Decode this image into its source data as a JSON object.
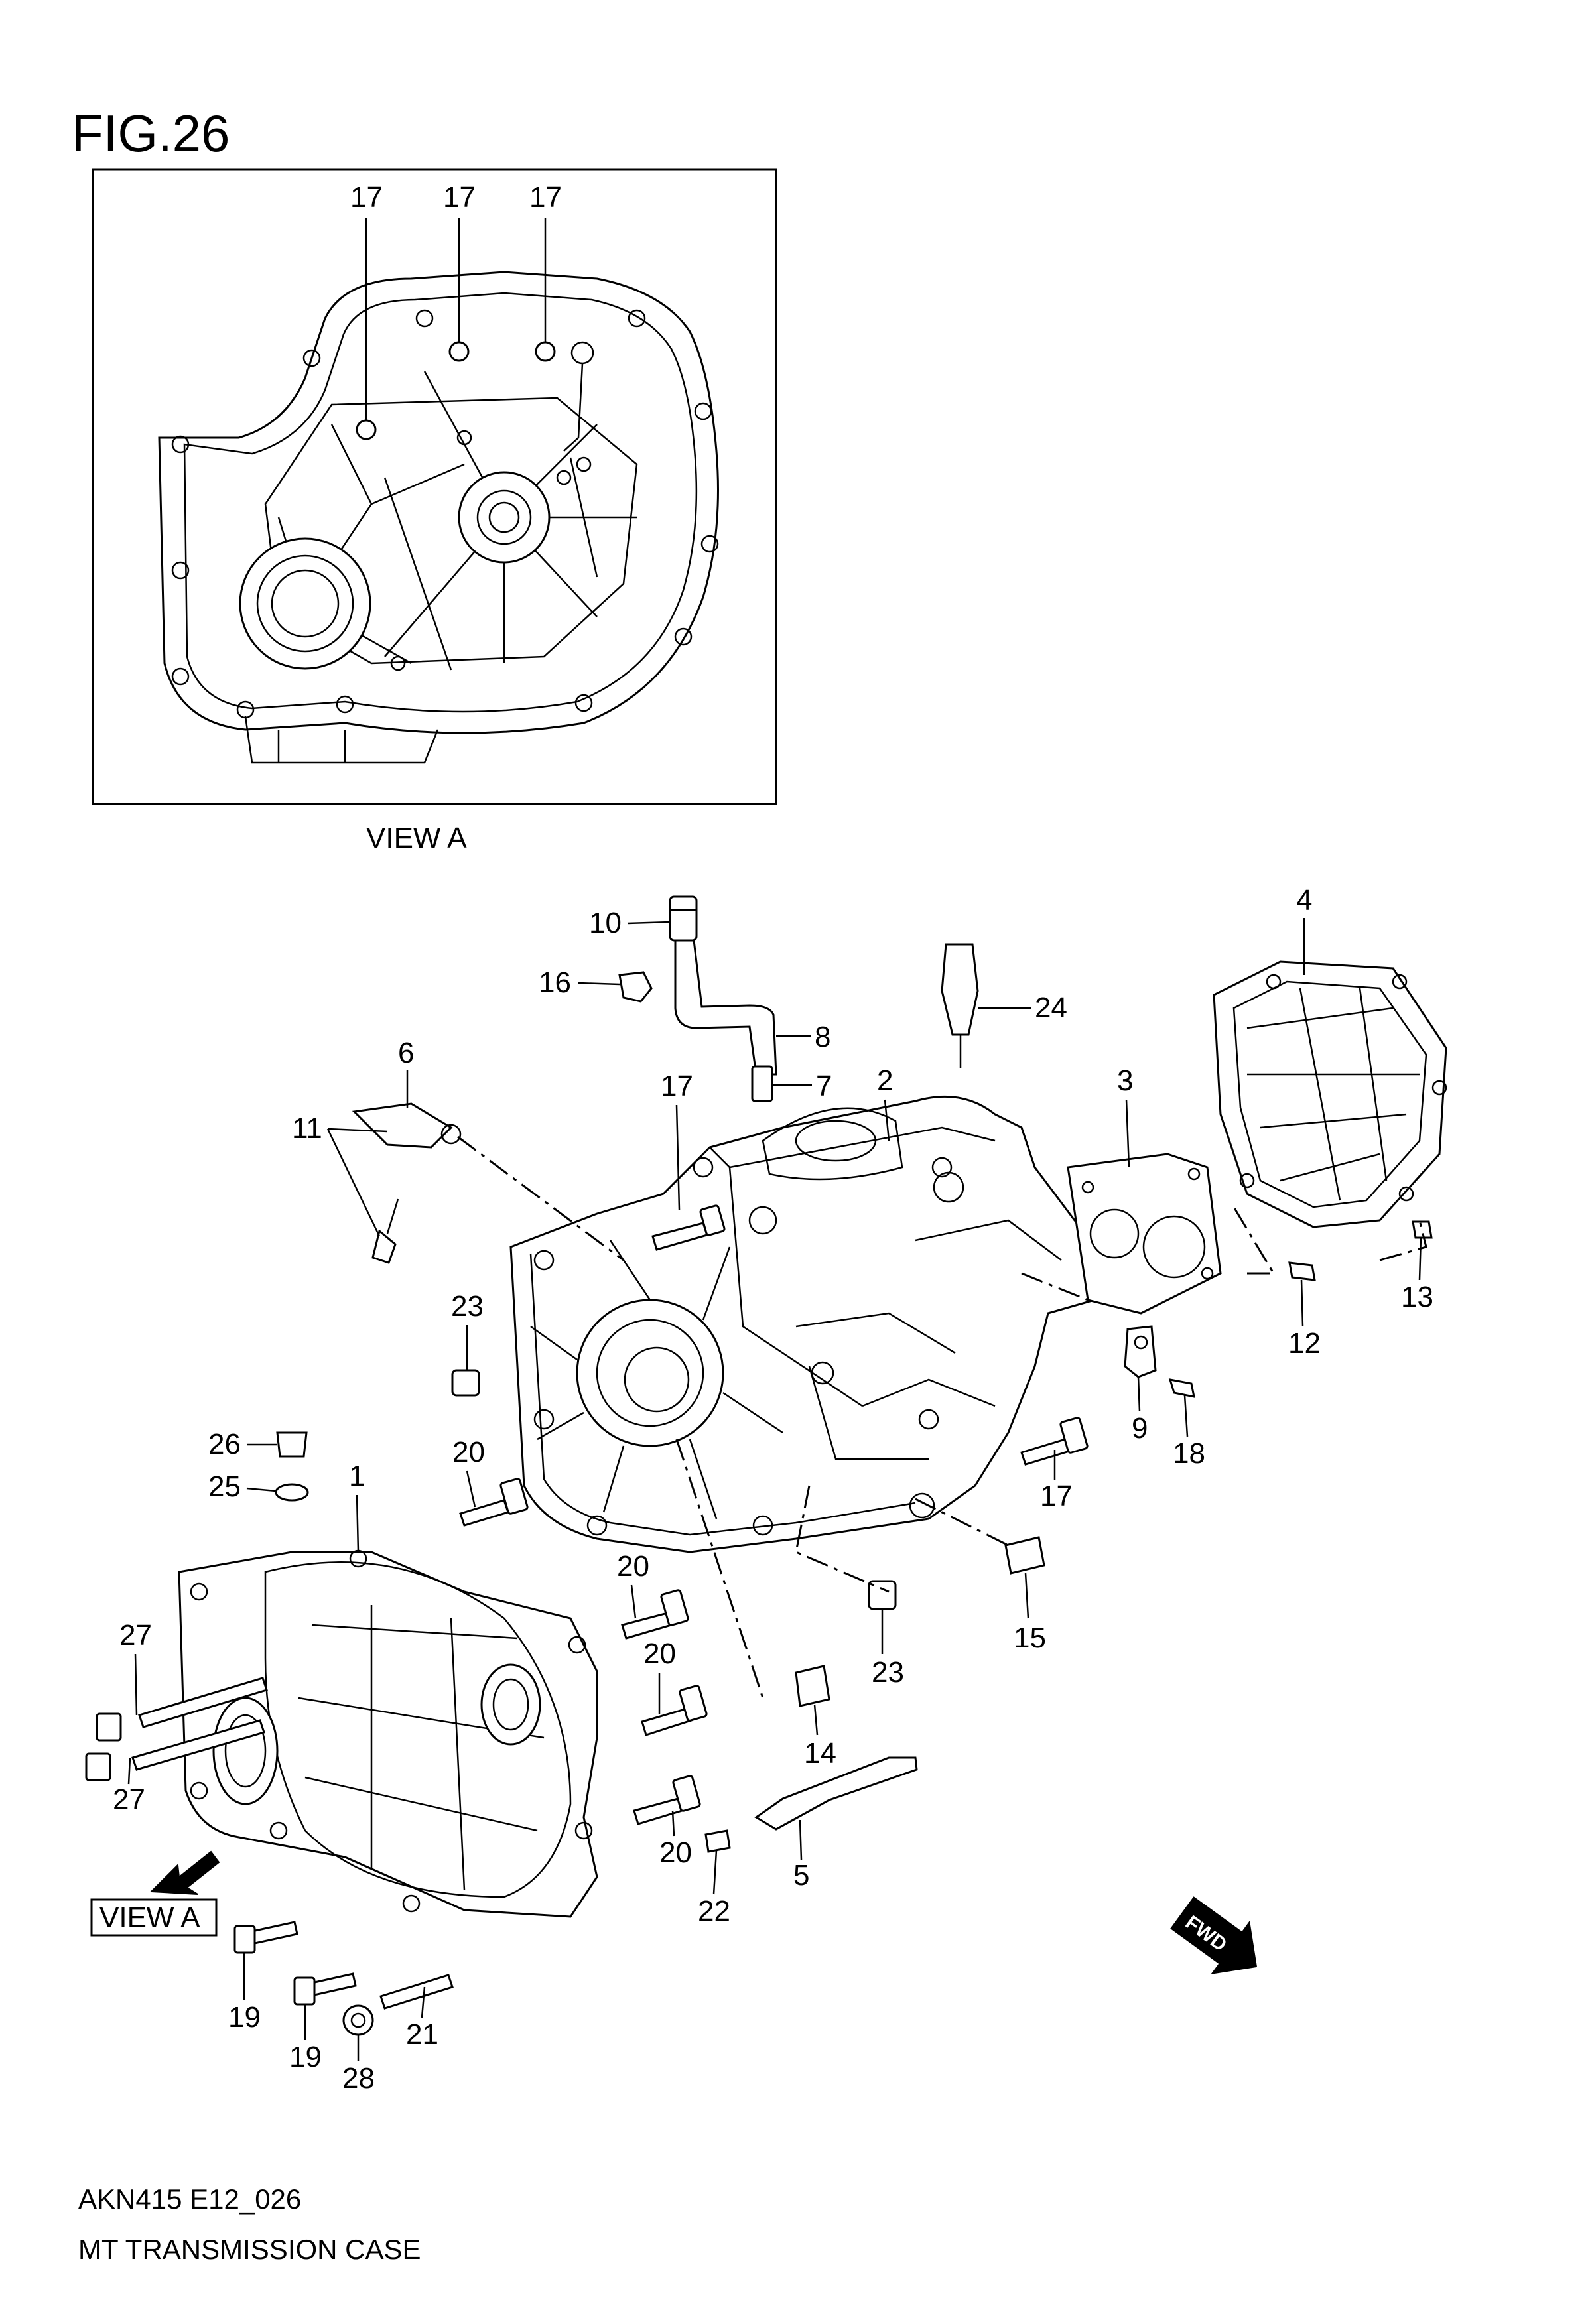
{
  "figure": {
    "title": "FIG.26",
    "inset_caption": "VIEW A",
    "view_a_tag": "VIEW A",
    "fwd_badge": "FWD",
    "footer_code": "AKN415 E12_026",
    "footer_title": "MT TRANSMISSION CASE"
  },
  "callouts": {
    "c1": "1",
    "c2": "2",
    "c3": "3",
    "c4": "4",
    "c5": "5",
    "c6": "6",
    "c7": "7",
    "c8": "8",
    "c9": "9",
    "c10": "10",
    "c11": "11",
    "c12": "12",
    "c13": "13",
    "c14": "14",
    "c15": "15",
    "c16": "16",
    "c17": "17",
    "c18": "18",
    "c19": "19",
    "c20": "20",
    "c21": "21",
    "c22": "22",
    "c23": "23",
    "c24": "24",
    "c25": "25",
    "c26": "26",
    "c27": "27",
    "c28": "28"
  },
  "icons": {
    "view_arrow": "arrow-icon",
    "fwd": "fwd-arrow-icon"
  }
}
